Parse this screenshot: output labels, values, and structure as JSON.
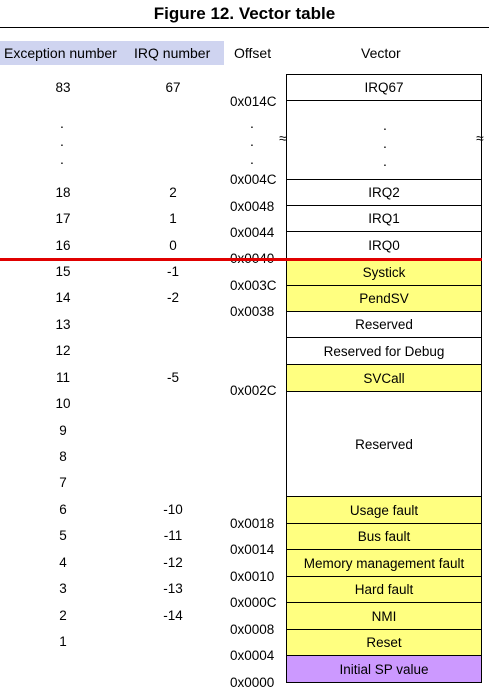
{
  "title": "Figure 12. Vector table",
  "headers": {
    "exception": "Exception number",
    "irq": "IRQ number",
    "offset": "Offset",
    "vector": "Vector"
  },
  "rows_top": [
    {
      "exception": "83",
      "irq": "67"
    }
  ],
  "rows": [
    {
      "exception": "18",
      "irq": "2"
    },
    {
      "exception": "17",
      "irq": "1"
    },
    {
      "exception": "16",
      "irq": "0"
    },
    {
      "exception": "15",
      "irq": "-1"
    },
    {
      "exception": "14",
      "irq": "-2"
    },
    {
      "exception": "13",
      "irq": ""
    },
    {
      "exception": "12",
      "irq": ""
    },
    {
      "exception": "11",
      "irq": "-5"
    },
    {
      "exception": "10",
      "irq": ""
    },
    {
      "exception": "9",
      "irq": ""
    },
    {
      "exception": "8",
      "irq": ""
    },
    {
      "exception": "7",
      "irq": ""
    },
    {
      "exception": "6",
      "irq": "-10"
    },
    {
      "exception": "5",
      "irq": "-11"
    },
    {
      "exception": "4",
      "irq": "-12"
    },
    {
      "exception": "3",
      "irq": "-13"
    },
    {
      "exception": "2",
      "irq": "-14"
    },
    {
      "exception": "1",
      "irq": ""
    }
  ],
  "offsets": [
    "0x014C",
    "0x004C",
    "0x0048",
    "0x0044",
    "0x0040",
    "0x003C",
    "0x0038",
    "0x002C",
    "0x0018",
    "0x0014",
    "0x0010",
    "0x000C",
    "0x0008",
    "0x0004",
    "0x0000"
  ],
  "vectors": [
    "IRQ67",
    "IRQ2",
    "IRQ1",
    "IRQ0",
    "Systick",
    "PendSV",
    "Reserved",
    "Reserved for Debug",
    "SVCall",
    "Reserved",
    "Usage fault",
    "Bus fault",
    "Memory management fault",
    "Hard fault",
    "NMI",
    "Reset",
    "Initial SP value"
  ],
  "dots": ".",
  "colors": {
    "system_exception": "#ffff80",
    "initial_sp": "#cc99ff",
    "boundary": "#e00000",
    "header_band": "#cfd4f0"
  }
}
